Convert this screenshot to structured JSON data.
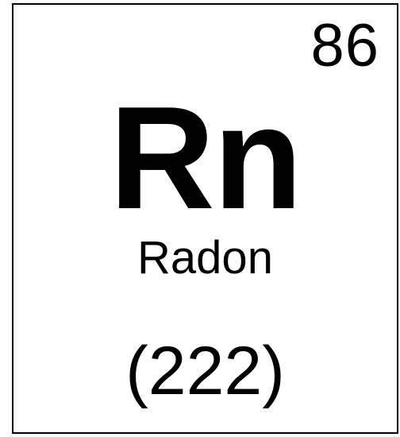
{
  "element": {
    "atomic_number": "86",
    "symbol": "Rn",
    "name": "Radon",
    "atomic_mass": "(222)"
  }
}
